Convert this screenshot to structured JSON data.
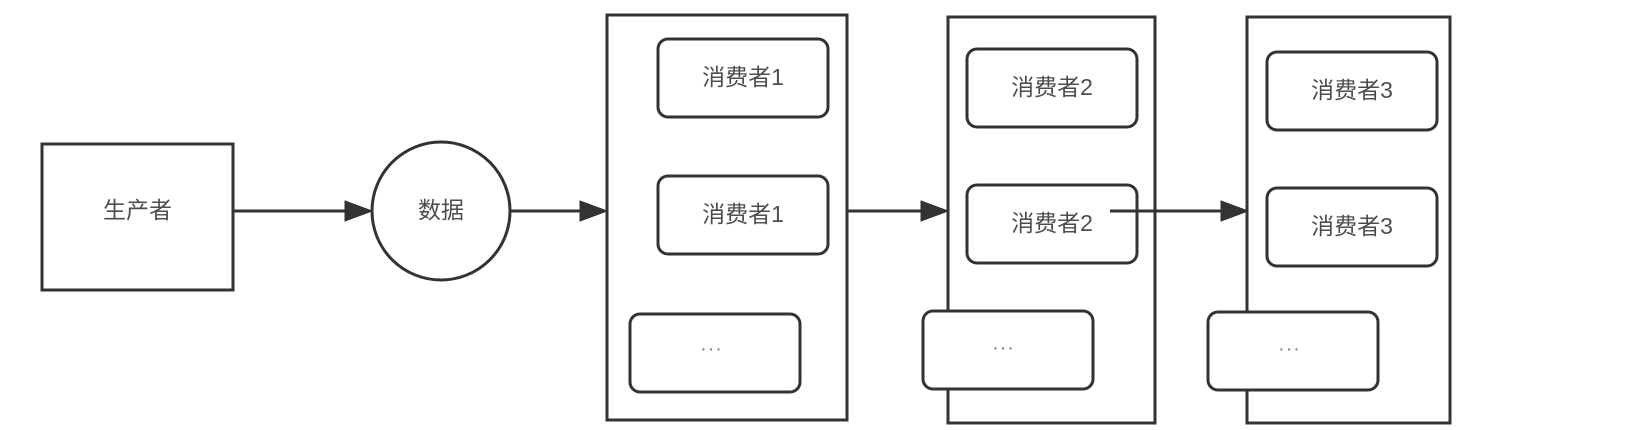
{
  "diagram": {
    "type": "flow-diagram",
    "background_color": "#ffffff",
    "stroke_color": "#333333",
    "text_color": "#4d4d4d",
    "muted_text_color": "#808080",
    "producer": {
      "label": "生产者",
      "shape": "rectangle"
    },
    "data": {
      "label": "数据",
      "shape": "circle"
    },
    "groups": [
      {
        "name": "consumer-group-1",
        "members": [
          {
            "label": "消费者1",
            "shape": "rounded-rectangle"
          },
          {
            "label": "消费者1",
            "shape": "rounded-rectangle"
          },
          {
            "label": "...",
            "shape": "rounded-rectangle"
          }
        ]
      },
      {
        "name": "consumer-group-2",
        "members": [
          {
            "label": "消费者2",
            "shape": "rounded-rectangle"
          },
          {
            "label": "消费者2",
            "shape": "rounded-rectangle"
          },
          {
            "label": "...",
            "shape": "rounded-rectangle"
          }
        ]
      },
      {
        "name": "consumer-group-3",
        "members": [
          {
            "label": "消费者3",
            "shape": "rounded-rectangle"
          },
          {
            "label": "消费者3",
            "shape": "rounded-rectangle"
          },
          {
            "label": "...",
            "shape": "rounded-rectangle"
          }
        ]
      }
    ],
    "connections": [
      {
        "name": "producer-to-data",
        "from": "producer",
        "to": "data",
        "style": "solid-arrow"
      },
      {
        "name": "data-to-group-1",
        "from": "data",
        "to": "consumer-group-1",
        "style": "solid-arrow"
      },
      {
        "name": "group-1-to-group-2",
        "from": "consumer-group-1",
        "to": "consumer-group-2",
        "style": "solid-arrow"
      },
      {
        "name": "group-2-to-group-3",
        "from": "consumer-group-2",
        "to": "consumer-group-3",
        "style": "solid-arrow"
      }
    ]
  }
}
